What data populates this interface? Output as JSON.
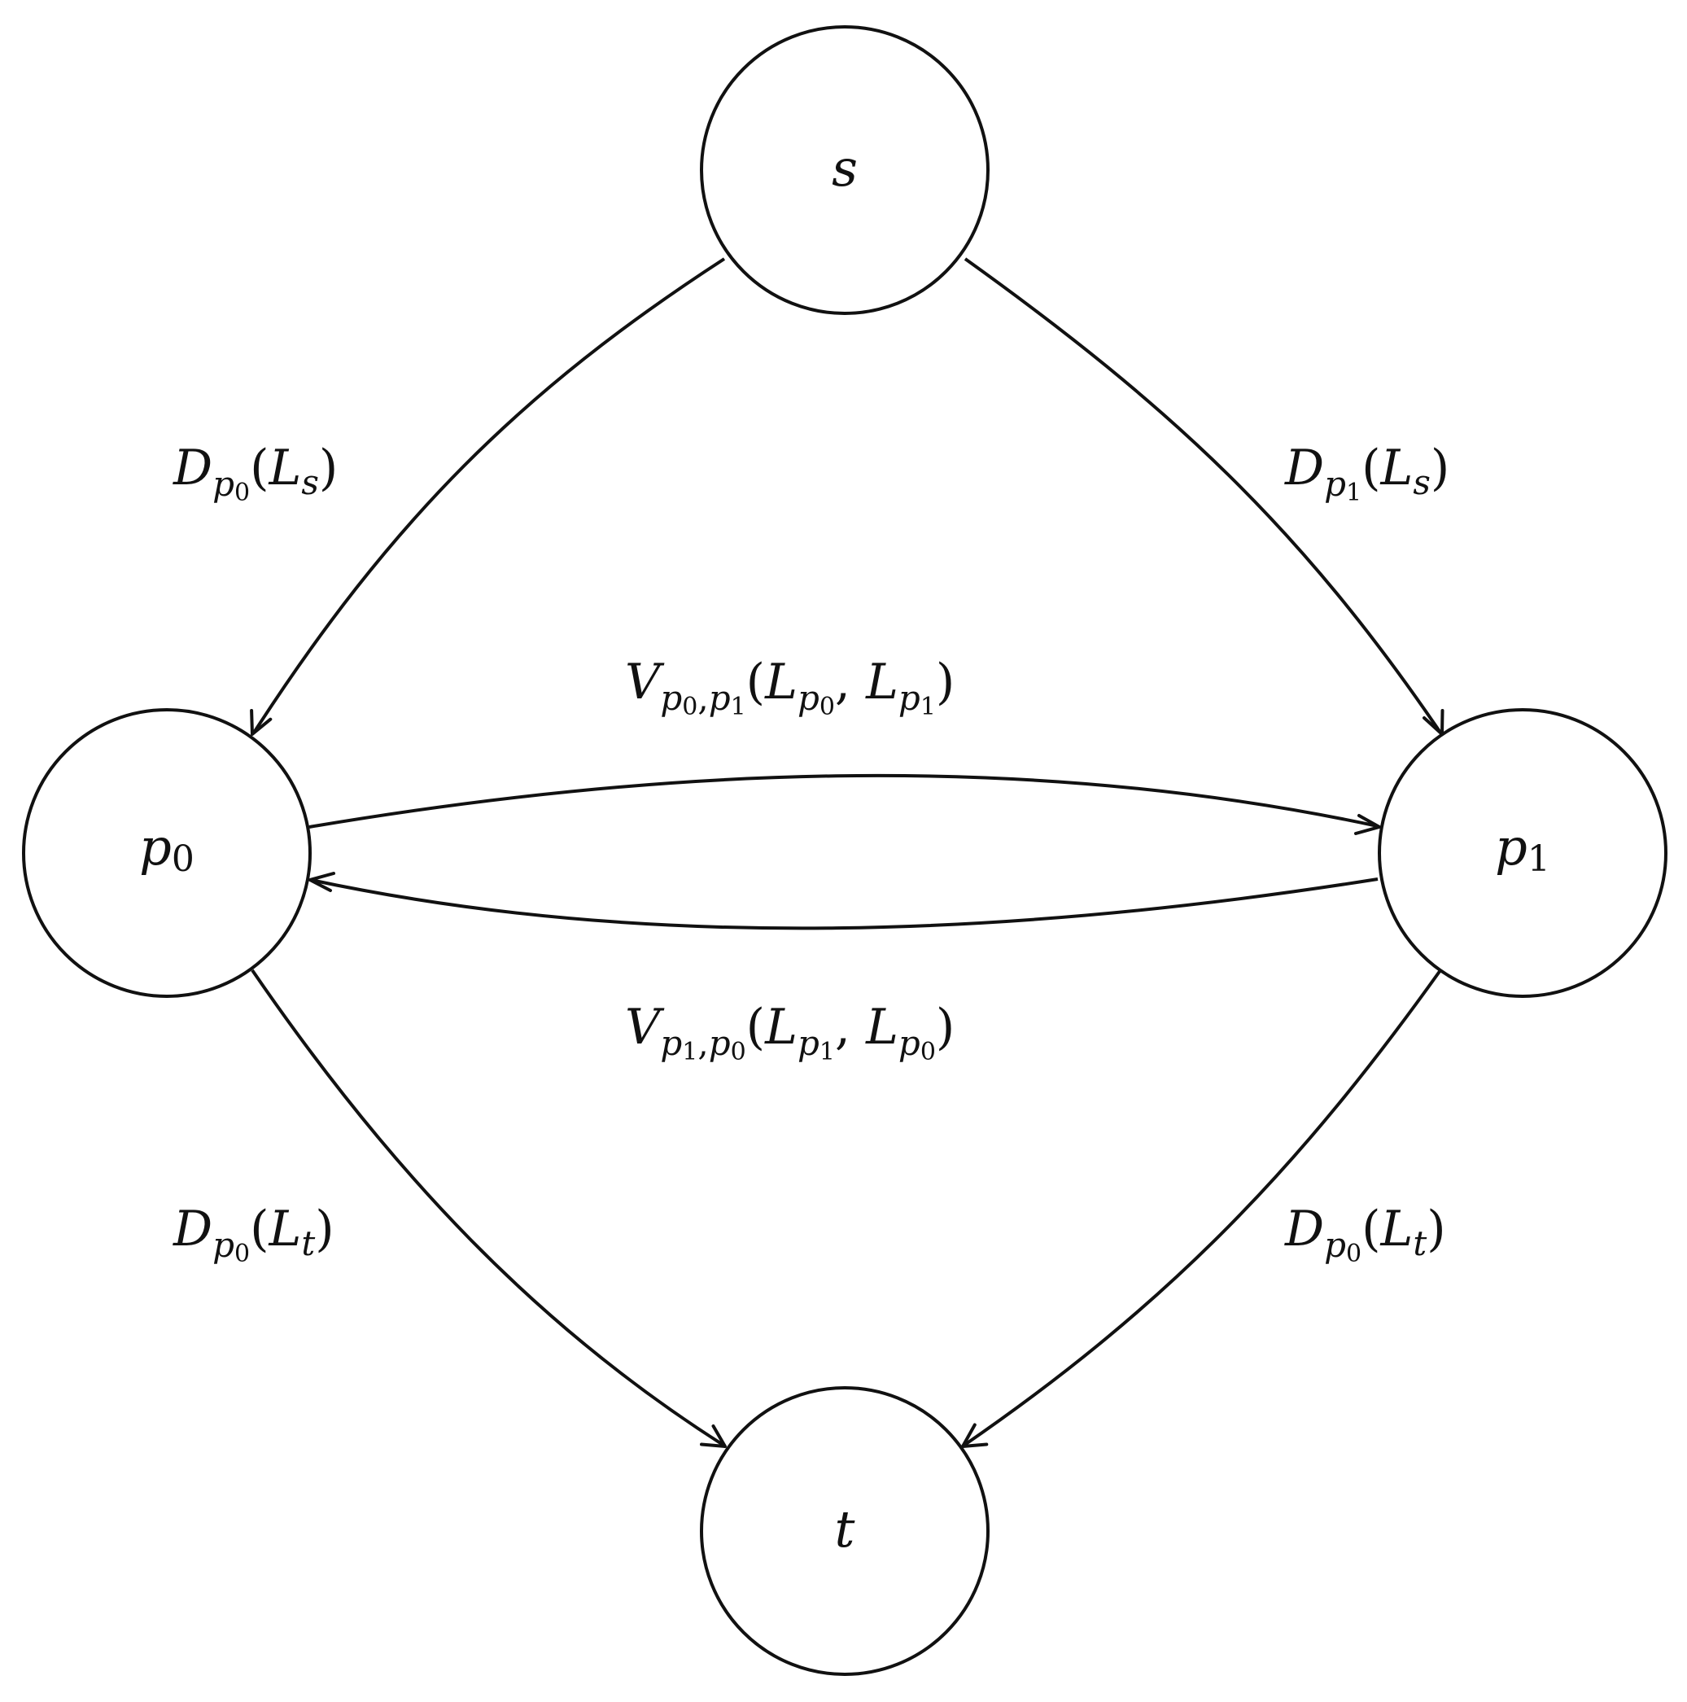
{
  "nodes": {
    "s": {
      "label": "s"
    },
    "p0": {
      "label": "p",
      "sub": "0"
    },
    "p1": {
      "label": "p",
      "sub": "1"
    },
    "t": {
      "label": "t"
    }
  },
  "edges": {
    "s_p0": {
      "fn": "D",
      "fn_sub_base": "p",
      "fn_sub_idx": "0",
      "open": "(",
      "arg": "L",
      "arg_sub": "s",
      "close": ")"
    },
    "s_p1": {
      "fn": "D",
      "fn_sub_base": "p",
      "fn_sub_idx": "1",
      "open": "(",
      "arg": "L",
      "arg_sub": "s",
      "close": ")"
    },
    "p0_t": {
      "fn": "D",
      "fn_sub_base": "p",
      "fn_sub_idx": "0",
      "open": "(",
      "arg": "L",
      "arg_sub": "t",
      "close": ")"
    },
    "p1_t": {
      "fn": "D",
      "fn_sub_base": "p",
      "fn_sub_idx": "0",
      "open": "(",
      "arg": "L",
      "arg_sub": "t",
      "close": ")"
    },
    "p0_p1": {
      "fn": "V",
      "sub_a_base": "p",
      "sub_a_idx": "0",
      "comma": ",",
      "sub_b_base": "p",
      "sub_b_idx": "1",
      "open": "(",
      "arg1": "L",
      "arg1_base": "p",
      "arg1_idx": "0",
      "sep": ", ",
      "arg2": "L",
      "arg2_base": "p",
      "arg2_idx": "1",
      "close": ")"
    },
    "p1_p0": {
      "fn": "V",
      "sub_a_base": "p",
      "sub_a_idx": "1",
      "comma": ",",
      "sub_b_base": "p",
      "sub_b_idx": "0",
      "open": "(",
      "arg1": "L",
      "arg1_base": "p",
      "arg1_idx": "1",
      "sep": ", ",
      "arg2": "L",
      "arg2_base": "p",
      "arg2_idx": "0",
      "close": ")"
    }
  }
}
